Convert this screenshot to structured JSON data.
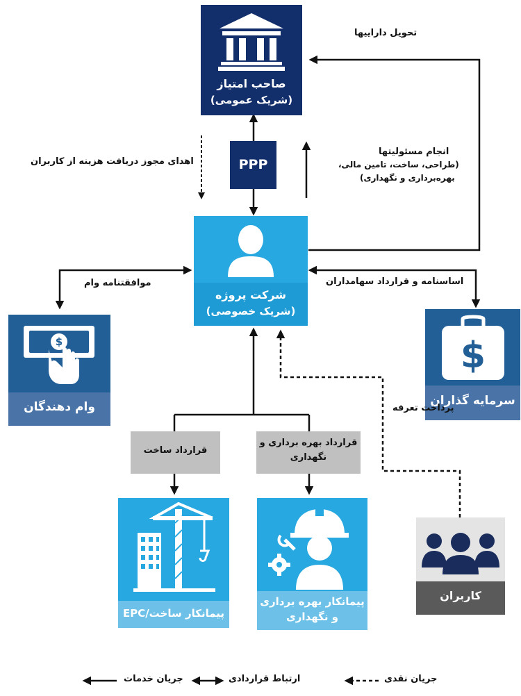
{
  "nodes": {
    "grantor": {
      "line1": "صاحب امتیاز",
      "line2": "(شریک عمومی)",
      "icon": "bank-building-icon",
      "color": "#132F6B"
    },
    "ppp": {
      "label": "PPP",
      "color": "#132F6B"
    },
    "project_company": {
      "line1": "شرکت پروژه",
      "line2": "(شریک خصوصی)",
      "icon": "person-icon",
      "color": "#28A8E0"
    },
    "lenders": {
      "label": "وام دهندگان",
      "icon": "hand-money-icon",
      "color": "#4A74A8"
    },
    "investors": {
      "label": "سرمایه گذاران",
      "icon": "money-bag-icon",
      "color": "#4A74A8"
    },
    "contract_build": {
      "label": "قرارداد ساخت"
    },
    "contract_om": {
      "line1": "قرارداد بهره برداری و",
      "line2": "نگهداری"
    },
    "epc": {
      "label": "پیمانکار ساخت/EPC",
      "icon": "crane-building-icon",
      "color": "#28A8E0"
    },
    "om_contractor": {
      "line1": "پیمانکار بهره برداری",
      "line2": "و نگهداری",
      "icon": "worker-gear-icon",
      "color": "#28A8E0"
    },
    "users": {
      "label": "کاربران",
      "icon": "users-group-icon"
    }
  },
  "labels": {
    "asset_transfer": "تحویل داراییها",
    "responsibilities_title": "انجام مسئولیتها",
    "responsibilities_line1": "(طراحی، ساخت، تامین مالی،",
    "responsibilities_line2": "بهره‌برداری و نگهداری)",
    "fee_license": "اهدای مجوز دریافت هزینه از کاربران",
    "loan_agreement": "موافقتنامه وام",
    "articles_agreement": "اساسنامه و قرارداد سهامداران",
    "tariff_payment": "پرداخت تعرفه"
  },
  "legend": {
    "services": "جریان خدمات",
    "contractual": "ارتباط قراردادی",
    "cash": "جریان نقدی"
  }
}
